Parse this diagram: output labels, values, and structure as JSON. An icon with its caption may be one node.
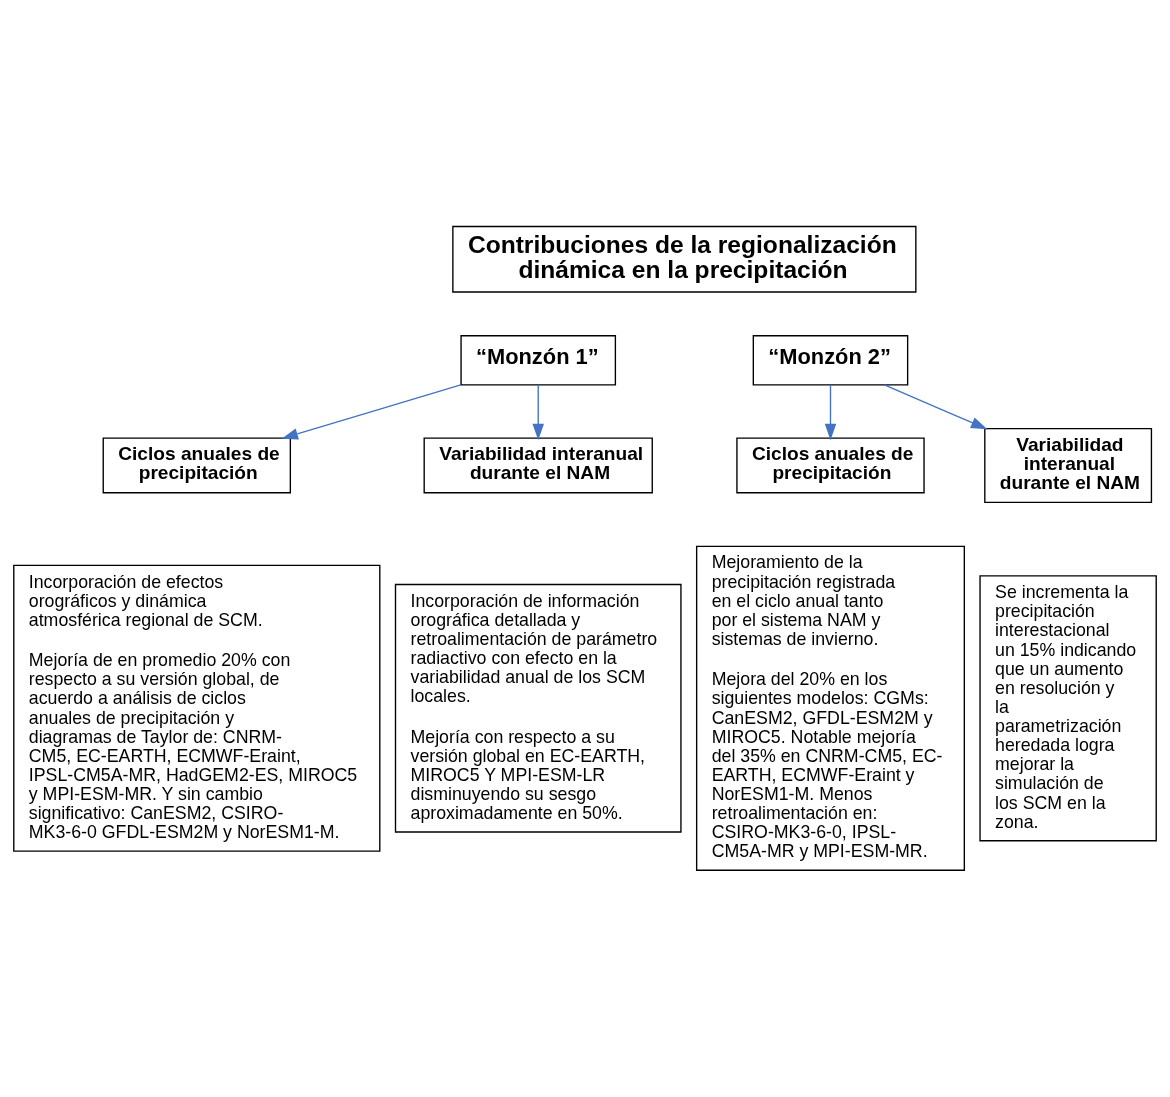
{
  "diagram": {
    "nodes": [
      {
        "text": [
          "Contribuciones de la regionalización dinámica en la precipitación"
        ]
      },
      {
        "text": [
          "“Monzón 1”"
        ]
      },
      {
        "text": [
          "Ciclos anuales de precipitación"
        ]
      },
      {
        "text": [
          "Variabilidad interanual durante el NAM"
        ]
      },
      {
        "text": [
          "“Monzón 2”"
        ]
      },
      {
        "text": [
          "Ciclos anuales de precipitación"
        ]
      },
      {
        "text": [
          "Variabilidad interanual durante el NAM"
        ]
      },
      {
        "text": [
          "Incorporación de efectos orográficos y dinámica atmosférica regional de SCM.",
          "Mejoría de en promedio 20% con respecto a su versión global, de acuerdo a análisis de ciclos anuales de precipitación y diagramas de Taylor de: CNRM-CM5, EC-EARTH, ECMWF-Eraint, IPSL-CM5A-MR, HadGEM2-ES, MIROC5 y MPI-ESM-MR. Y sin cambio significativo: CanESM2, CSIRO-MK3-6-0 GFDL-ESM2M y NorESM1-M."
        ]
      },
      {
        "text": [
          "Incorporación de información orográfica detallada y retroalimentación de parámetro radiactivo con efecto en la variabilidad anual de los SCM locales.",
          "Mejoría con respecto a su versión global en EC-EARTH, MIROC5 Y MPI-ESM-LR disminuyendo su sesgo aproximadamente en 50%."
        ]
      },
      {
        "text": [
          "Mejoramiento de la precipitación registrada en el ciclo anual tanto por el sistema NAM y sistemas de invierno.",
          "Mejora del 20% en los siguientes modelos: CGMs: CanESM2, GFDL-ESM2M y MIROC5. Notable mejoría del 35% en CNRM-CM5, EC-EARTH, ECMWF-Eraint y NorESM1-M. Menos retroalimentación en: CSIRO-MK3-6-0, IPSL-CM5A-MR y MPI-ESM-MR."
        ]
      },
      {
        "text": [
          "Se incrementa la precipitación interestacional un 15% indicando que un aumento en resolución y la parametrización heredada logra mejorar la simulación de los SCM en la zona."
        ]
      }
    ],
    "edges": [
      {
        "from": 1,
        "to": 2,
        "arrow": "to"
      },
      {
        "from": 1,
        "to": 3,
        "arrow": "to"
      },
      {
        "from": 4,
        "to": 5,
        "arrow": "to"
      },
      {
        "from": 4,
        "to": 6,
        "arrow": "to"
      }
    ]
  }
}
